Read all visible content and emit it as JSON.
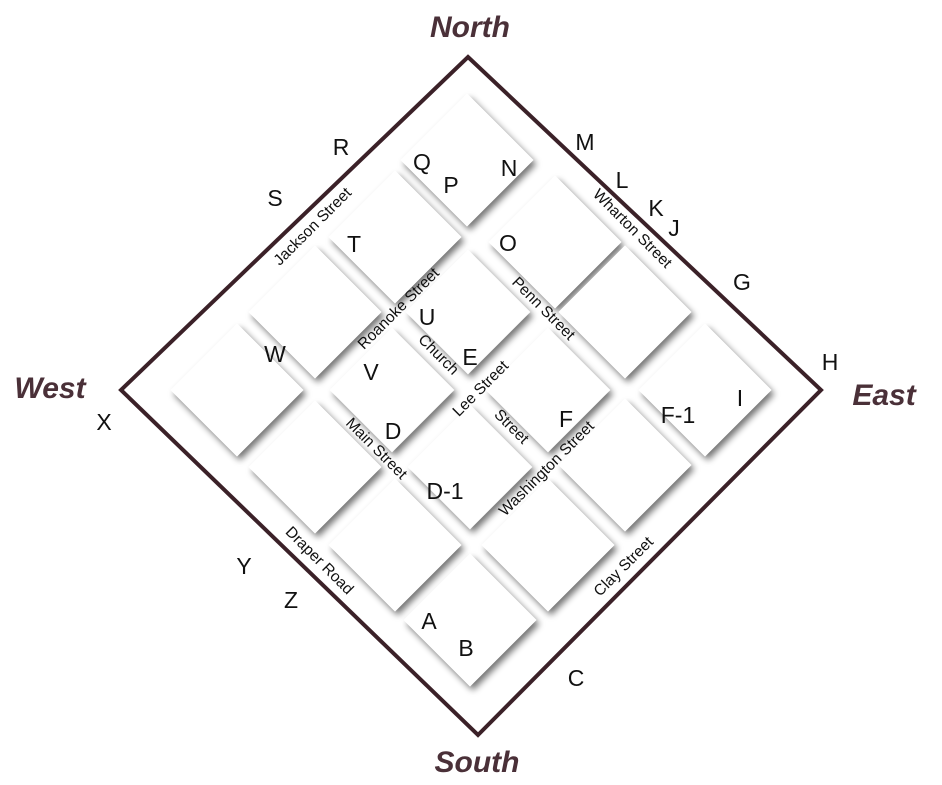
{
  "compass": {
    "north": "North",
    "south": "South",
    "east": "East",
    "west": "West"
  },
  "streets": {
    "jackson": "Jackson Street",
    "wharton": "Wharton Street",
    "roanoke": "Roanoke Street",
    "penn": "Penn Street",
    "church": "Church",
    "church_street": "Street",
    "lee": "Lee Street",
    "main": "Main Street",
    "washington": "Washington Street",
    "draper": "Draper Road",
    "clay": "Clay Street"
  },
  "markers": {
    "a": "A",
    "b": "B",
    "c": "C",
    "d": "D",
    "d1": "D-1",
    "e": "E",
    "f": "F",
    "f1": "F-1",
    "g": "G",
    "h": "H",
    "i": "I",
    "j": "J",
    "k": "K",
    "l": "L",
    "m": "M",
    "n": "N",
    "o": "O",
    "p": "P",
    "q": "Q",
    "r": "R",
    "s": "S",
    "t": "T",
    "u": "U",
    "v": "V",
    "w": "W",
    "x": "X",
    "y": "Y",
    "z": "Z"
  },
  "colors": {
    "border": "#3b2128",
    "compass_text": "#4a3038",
    "block_fill": "#ffffff"
  }
}
